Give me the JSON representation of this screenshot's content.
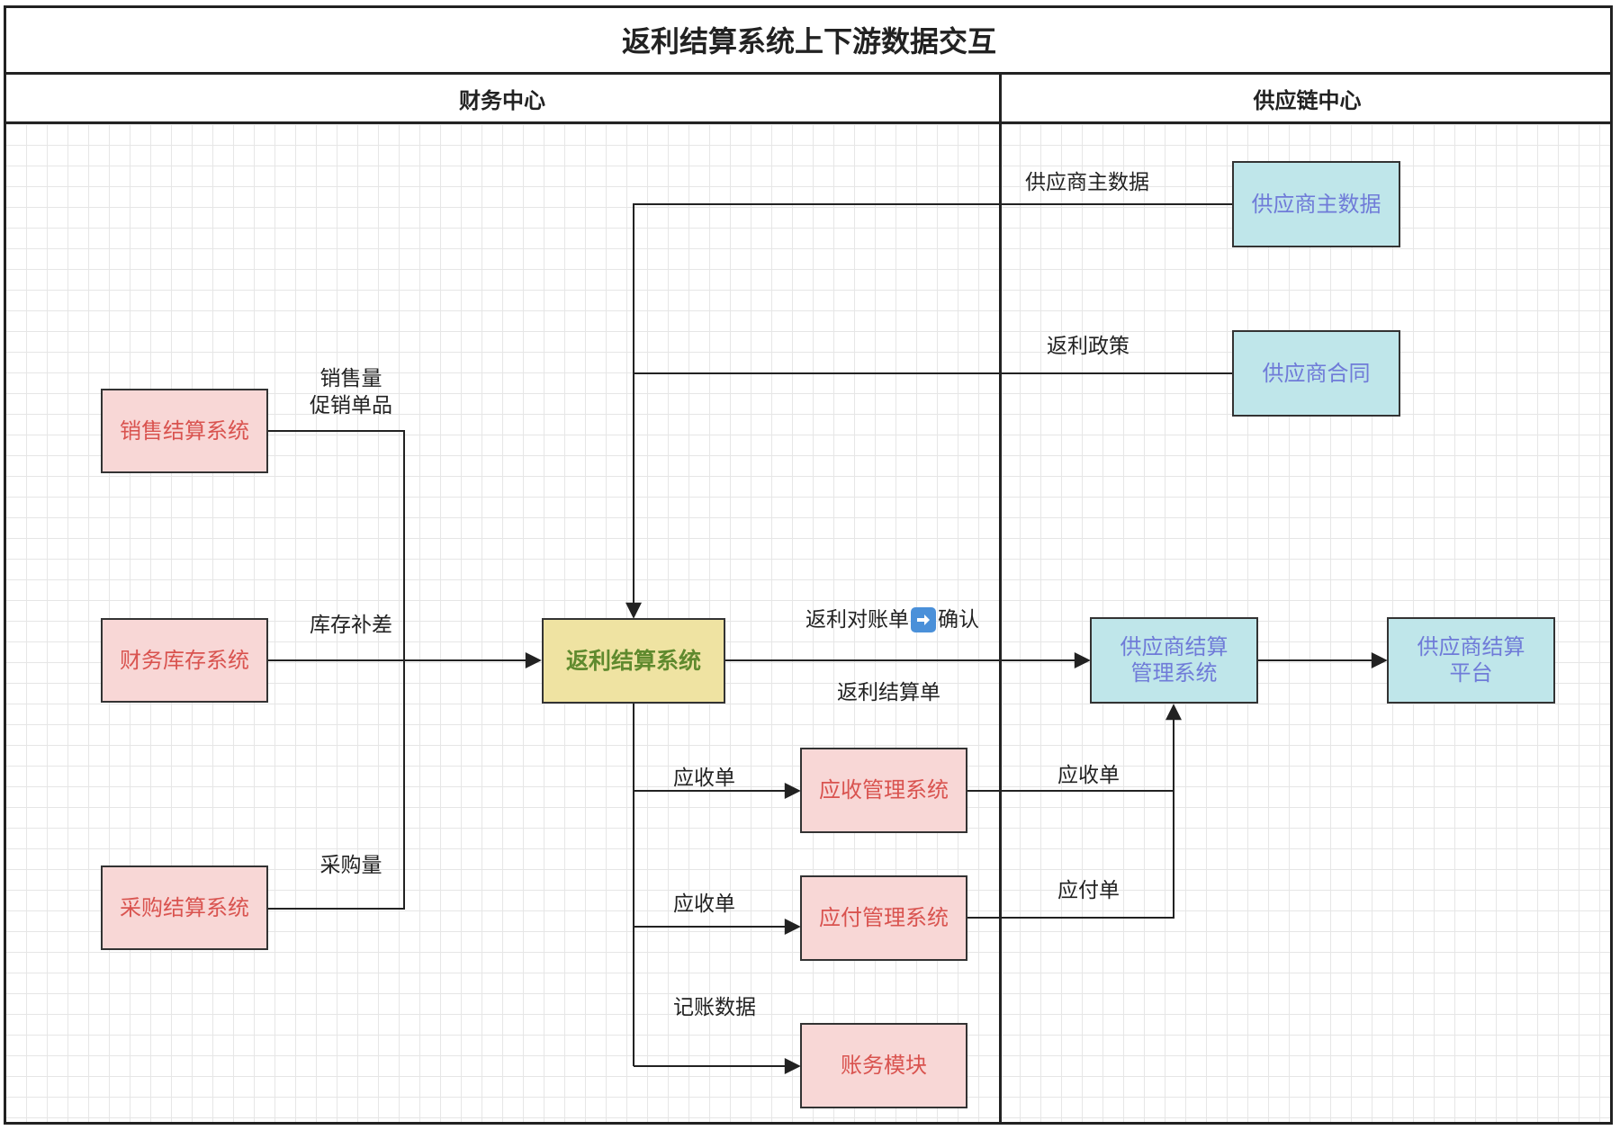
{
  "title": "返利结算系统上下游数据交互",
  "lanes": {
    "finance": "财务中心",
    "supply_chain": "供应链中心"
  },
  "nodes": {
    "sales_settlement": "销售结算系统",
    "finance_inventory": "财务库存系统",
    "purchase_settlement": "采购结算系统",
    "rebate_settlement": "返利结算系统",
    "receivable_mgmt": "应收管理系统",
    "payable_mgmt": "应付管理系统",
    "accounting_module": "账务模块",
    "supplier_master": "供应商主数据",
    "supplier_contract": "供应商合同",
    "supplier_settlement_mgmt": "供应商结算\n管理系统",
    "supplier_settlement_platform": "供应商结算\n平台"
  },
  "edge_labels": {
    "sales_volume": "销售量",
    "promo_items": "促销单品",
    "inventory_diff": "库存补差",
    "purchase_volume": "采购量",
    "supplier_master_data": "供应商主数据",
    "rebate_policy": "返利政策",
    "rebate_statement_confirm_a": "返利对账单",
    "rebate_statement_confirm_b": "确认",
    "rebate_settlement_doc": "返利结算单",
    "receivable_doc_1": "应收单",
    "receivable_doc_2": "应收单",
    "accounting_data": "记账数据",
    "receivable_doc_3": "应收单",
    "payable_doc": "应付单"
  },
  "colors": {
    "red_fill": "#f8d7d6",
    "red_text": "#d9534f",
    "cyan_fill": "#bfe6ea",
    "cyan_text": "#6f7bd8",
    "yellow_fill": "#efe3a2",
    "yellow_text": "#5f8a2e",
    "line": "#222222",
    "arrow_icon_fill": "#4a90d9"
  },
  "icons": [
    "right-arrow-emoji-icon"
  ]
}
